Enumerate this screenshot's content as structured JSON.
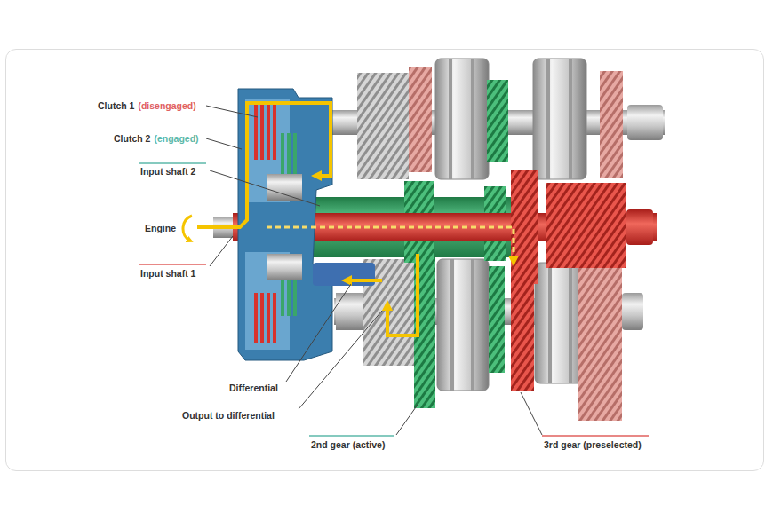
{
  "diagram": {
    "labels": [
      "Clutch 1",
      "(disengaged)",
      "Clutch 2",
      "(engaged)",
      "Input shaft 2",
      "Engine",
      "Input shaft 1",
      "Differential",
      "Output to differential",
      "2nd gear (active)",
      "3rd gear (preselected)"
    ]
  }
}
